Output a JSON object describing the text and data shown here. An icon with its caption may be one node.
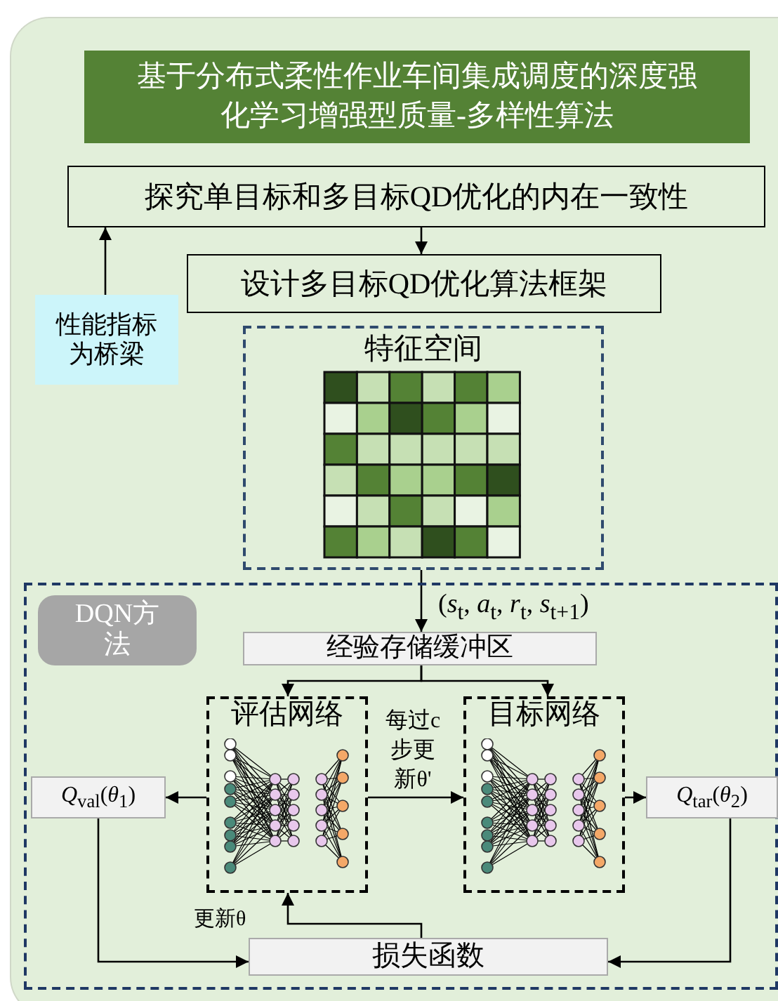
{
  "diagram": {
    "title": "基于分布式柔性作业车间集成调度的深度强化学习增强型质量-多样性算法",
    "nodes": [
      {
        "text": [
          "探究单目标和多目标QD优化的内在一致性"
        ]
      },
      {
        "text": [
          "设计多目标QD优化算法框架"
        ]
      },
      {
        "text": [
          "性能指标为桥梁"
        ]
      },
      {
        "text": [
          "特征空间"
        ]
      },
      {
        "text": [],
        "shape": "box"
      },
      {
        "text": [
          "DQN方法"
        ],
        "in": 4
      },
      {
        "text": [
          "经验存储缓冲区"
        ],
        "in": 4
      },
      {
        "text": [
          "评估网络"
        ],
        "in": 4
      },
      {
        "text": [
          "目标网络"
        ],
        "in": 4
      },
      {
        "text": [
          "*Q*$_{val}$(*θ*$_{1}$)"
        ],
        "in": 4
      },
      {
        "text": [
          "*Q*$_{tar}$(*θ*$_{2}$)"
        ],
        "in": 4
      },
      {
        "text": [
          "损失函数"
        ],
        "in": 4
      }
    ],
    "edges": [
      {
        "from": 0,
        "to": 1,
        "arrow": "to"
      },
      {
        "from": 2,
        "to": 0,
        "arrow": "to"
      },
      {
        "from": 3,
        "to": 6,
        "arrow": "to",
        "label": "(*s*$_{t}$, *a*$_{t}$, *r*$_{t}$, *s*$_{t+1}$)"
      },
      {
        "from": 6,
        "to": 7,
        "arrow": "to"
      },
      {
        "from": 6,
        "to": 8,
        "arrow": "to"
      },
      {
        "from": 7,
        "to": 8,
        "arrow": "to",
        "label": "每过c步更新θ'"
      },
      {
        "from": 7,
        "to": 9,
        "arrow": "to"
      },
      {
        "from": 8,
        "to": 10,
        "arrow": "to"
      },
      {
        "from": 9,
        "to": 11,
        "arrow": "to"
      },
      {
        "from": 10,
        "to": 11,
        "arrow": "to"
      },
      {
        "from": 11,
        "to": 7,
        "arrow": "to",
        "label": "更新θ"
      }
    ]
  }
}
